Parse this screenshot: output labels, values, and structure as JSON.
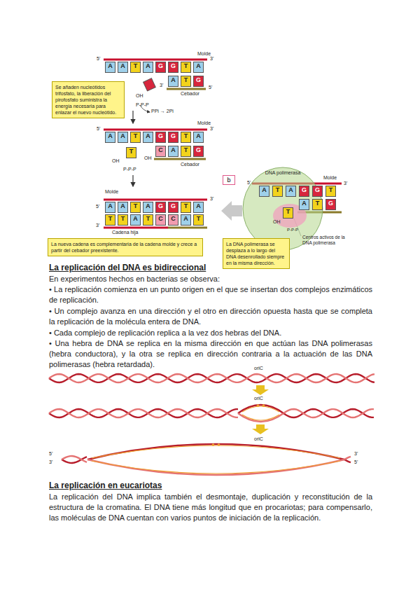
{
  "diagram": {
    "nodes": [
      {
        "text": [
          "Se añaden nucleótidos trifosfato, la liberación del pirofosfato suministra la energía necesaria para enlazar el nuevo nucleótido."
        ]
      },
      {
        "text": [
          "b"
        ]
      },
      {
        "text": [
          "DNA polimerasa"
        ]
      },
      {
        "text": [
          "La nueva cadena es complementaria de la cadena molde y crece a partir del cebador preexistente."
        ]
      },
      {
        "text": [
          "La DNA polimerasa se desplaza a lo largo del DNA desenrollado siempre en la misma dirección."
        ]
      }
    ],
    "labels": [
      "Molde",
      "5'",
      "3'",
      "A",
      "A",
      "T",
      "A",
      "G",
      "G",
      "T",
      "A",
      "A",
      "T",
      "G",
      "3'",
      "5'",
      "Cebador",
      "OH",
      "P-P-P",
      "PPi → 2Pi",
      "5'",
      "Molde",
      "3'",
      "A",
      "A",
      "T",
      "A",
      "G",
      "G",
      "T",
      "A",
      "C",
      "A",
      "T",
      "G",
      "OH",
      "Cebador",
      "T",
      "OH",
      "P-P-P",
      "Molde",
      "5'",
      "3'",
      "A",
      "A",
      "T",
      "A",
      "G",
      "G",
      "T",
      "A",
      "T",
      "T",
      "A",
      "T",
      "C",
      "C",
      "A",
      "T",
      "3'",
      "Cadena hija",
      "5'",
      "Molde",
      "3'",
      "A",
      "T",
      "A",
      "G",
      "G",
      "T",
      "A",
      "T",
      "G",
      "T",
      "OH",
      "P-P-P",
      "Centros activos de la DNA polimerasa",
      "La replicación del DNA es bidireccional",
      "En experimentos hechos en bacterias se observa:",
      "• La replicación comienza en un punto origen en el que se insertan dos complejos enzimáticos de replicación.",
      "• Un complejo avanza en una dirección y el otro en dirección opuesta hasta que se completa la replicación de la molécula entera de DNA.",
      "• Cada complejo de replicación replica a la vez dos hebras del DNA.",
      "• Una hebra de DNA se replica en la misma dirección en que actúan las DNA polimerasas (hebra conductora), y la otra se replica en dirección contraria a la actuación de las DNA polimerasas (hebra retardada).",
      "oriC",
      "oriC",
      "oriC",
      "5'",
      "3'",
      "3'",
      "5'",
      "La replicación en eucariotas",
      "La replicación del DNA implica también el desmontaje, duplicación y reconstitución de la estructura de la cromatina. El DNA tiene más longitud que en procariotas; para compensarlo, las moléculas de DNA cuentan con varios puntos de iniciación de la replicación."
    ]
  }
}
